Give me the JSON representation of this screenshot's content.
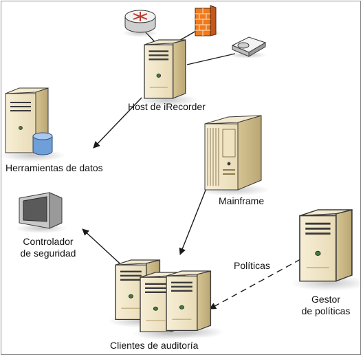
{
  "diagram": {
    "nodes": {
      "router": {
        "icon": "router-icon"
      },
      "firewall": {
        "icon": "firewall-icon"
      },
      "device": {
        "icon": "network-device-icon"
      },
      "host": {
        "label": "Host de iRecorder",
        "icon": "server-tower-icon"
      },
      "data_tools": {
        "label": "Herramientas de datos",
        "icon": "database-server-icon"
      },
      "mainframe": {
        "label": "Mainframe",
        "icon": "mainframe-icon"
      },
      "security_controller": {
        "label_line1": "Controlador",
        "label_line2": "de seguridad",
        "icon": "monitor-icon"
      },
      "policy_manager": {
        "label_line1": "Gestor",
        "label_line2": "de políticas",
        "icon": "server-tower-icon"
      },
      "audit_clients": {
        "label": "Clientes de auditoría",
        "icon": "server-cluster-icon"
      }
    },
    "edges": {
      "policies_label": "Políticas"
    },
    "colors": {
      "server_body": "#efe3c2",
      "server_side": "#cdbb8c",
      "outline": "#3a3a3a",
      "line": "#1a1a1a",
      "firewall": "#f07a1c",
      "router": "#e9e9e9",
      "accent_red": "#c0392b",
      "db_blue": "#6f9fd8"
    }
  }
}
